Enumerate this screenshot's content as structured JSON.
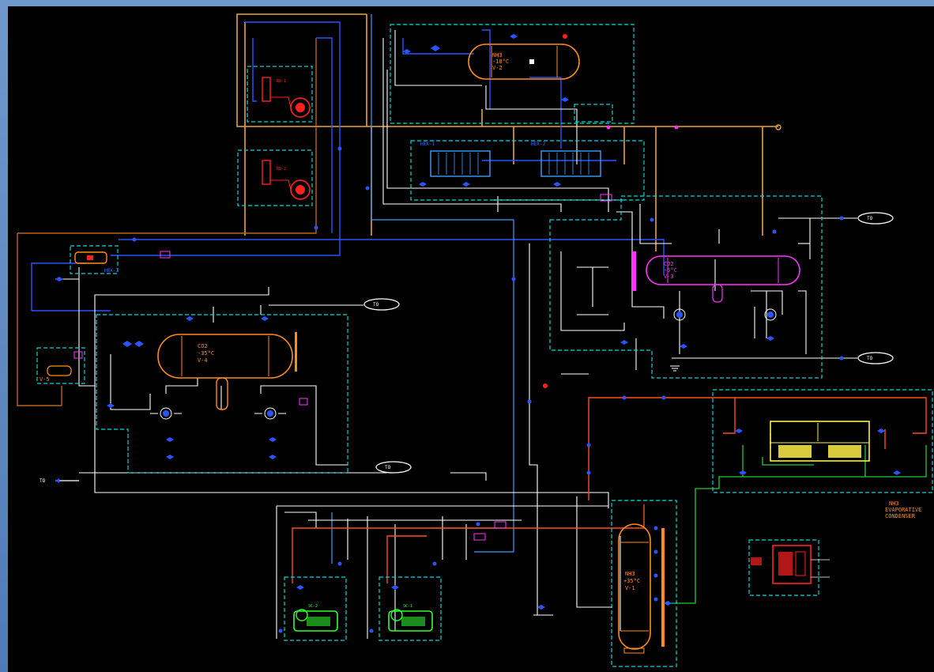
{
  "colors": {
    "frame": "#4f7bb5",
    "background": "#000000",
    "line_white": "#ffffff",
    "line_orange": "#e8a33a",
    "line_blue": "#2a54ff",
    "line_lightblue": "#3aa0ff",
    "line_red": "#ff4a1a",
    "line_green": "#22cc33",
    "line_brown": "#b5651d",
    "boundary_cyan": "#00d5d5",
    "vessel_orange": "#ff8c1a",
    "vessel_magenta": "#ff33ff",
    "compressor_green": "#33ff33",
    "pump_red": "#ff2020",
    "condenser_yellow": "#ffee44"
  },
  "vessels": {
    "v2_top": {
      "line1": "NH3",
      "line2": "-18°C",
      "line3": "V-2"
    },
    "v3_mid": {
      "line1": "CO2",
      "line2": "-5°C",
      "line3": "V-3"
    },
    "v4_left": {
      "line1": "CO2",
      "line2": "-35°C",
      "line3": "V-4"
    },
    "v1_bottom": {
      "line1": "NH3",
      "line2": "+35°C",
      "line3": "V-1"
    },
    "v5_small": {
      "label": "V-5"
    }
  },
  "equipment": {
    "hex1": "HEX-1",
    "hex2": "HEX-2",
    "hex3": "HEX-3",
    "rd1": "RD-1",
    "rd2": "RD-2",
    "sc1": "SC-1",
    "sc2": "SC-2",
    "evap_cond_line1": "NH3",
    "evap_cond_line2": "EVAPORATIVE",
    "evap_cond_line3": "CONDENSER"
  },
  "labels": {
    "arrow_to_1": "TO",
    "arrow_to_2": "TO",
    "arrow_to_3": "TO",
    "arrow_to_4": "TO",
    "arrow_to_5": "TO"
  }
}
